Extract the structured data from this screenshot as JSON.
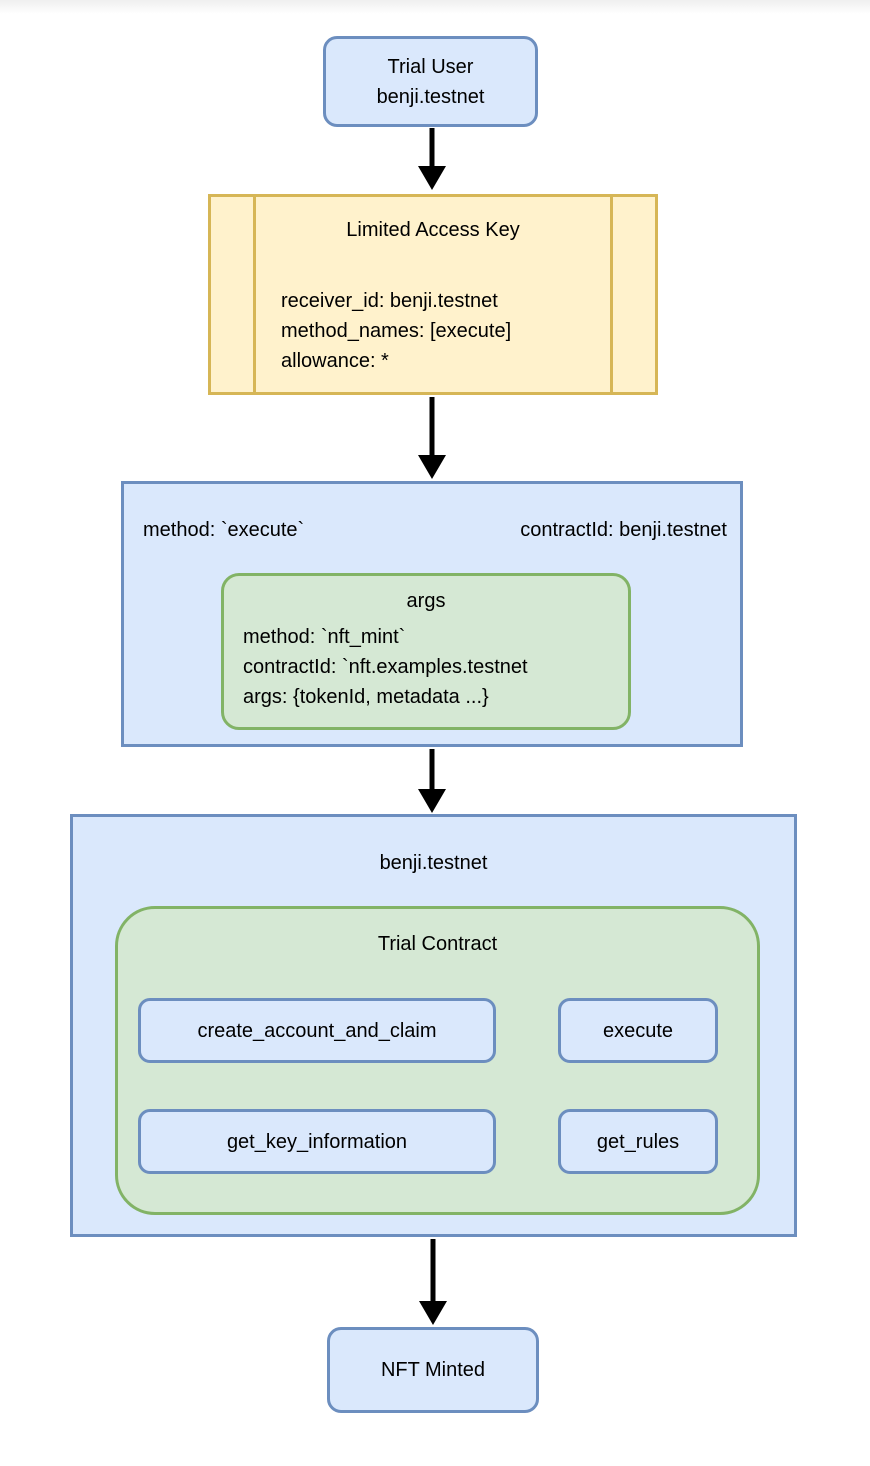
{
  "colors": {
    "blue_fill": "#dae8fc",
    "blue_stroke": "#6c8ebf",
    "green_fill": "#d5e8d4",
    "green_stroke": "#82b366",
    "yellow_fill": "#fff2cc",
    "yellow_stroke": "#d6b656",
    "arrow": "#000000",
    "text": "#000000",
    "background": "#ffffff"
  },
  "nodes": {
    "trial_user": {
      "lines": [
        "Trial User",
        "benji.testnet"
      ]
    },
    "limited_access_key": {
      "title": "Limited Access Key",
      "lines": [
        "receiver_id: benji.testnet",
        "method_names: [execute]",
        "allowance: *"
      ]
    },
    "execute_call": {
      "method_label": "method: `execute`",
      "contract_label": "contractId: benji.testnet",
      "args": {
        "title": "args",
        "lines": [
          "method: `nft_mint`",
          "contractId: `nft.examples.testnet",
          "args: {tokenId, metadata ...}"
        ]
      }
    },
    "account": {
      "title": "benji.testnet",
      "trial_contract": {
        "title": "Trial Contract",
        "methods": [
          "create_account_and_claim",
          "execute",
          "get_key_information",
          "get_rules"
        ]
      }
    },
    "nft_minted": {
      "label": "NFT Minted"
    }
  }
}
